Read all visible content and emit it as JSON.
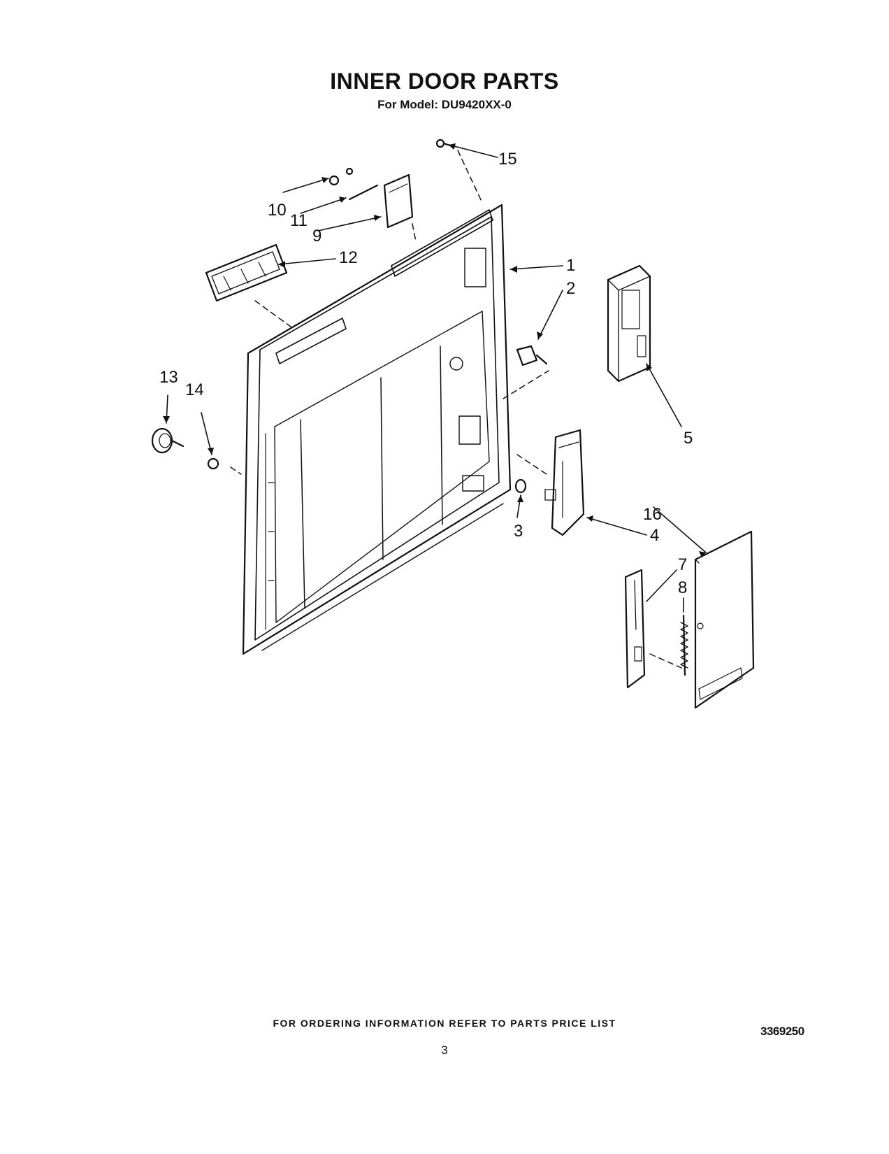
{
  "header": {
    "title": "INNER DOOR PARTS",
    "subtitle": "For Model: DU9420XX-0"
  },
  "callouts": {
    "c1": "1",
    "c2": "2",
    "c3": "3",
    "c4": "4",
    "c5": "5",
    "c7": "7",
    "c8": "8",
    "c9": "9",
    "c10": "10",
    "c11": "11",
    "c12": "12",
    "c13": "13",
    "c14": "14",
    "c15": "15",
    "c16": "16"
  },
  "footer": {
    "ordering_note": "FOR ORDERING INFORMATION REFER TO PARTS PRICE LIST",
    "page_number": "3",
    "document_number": "3369250"
  }
}
